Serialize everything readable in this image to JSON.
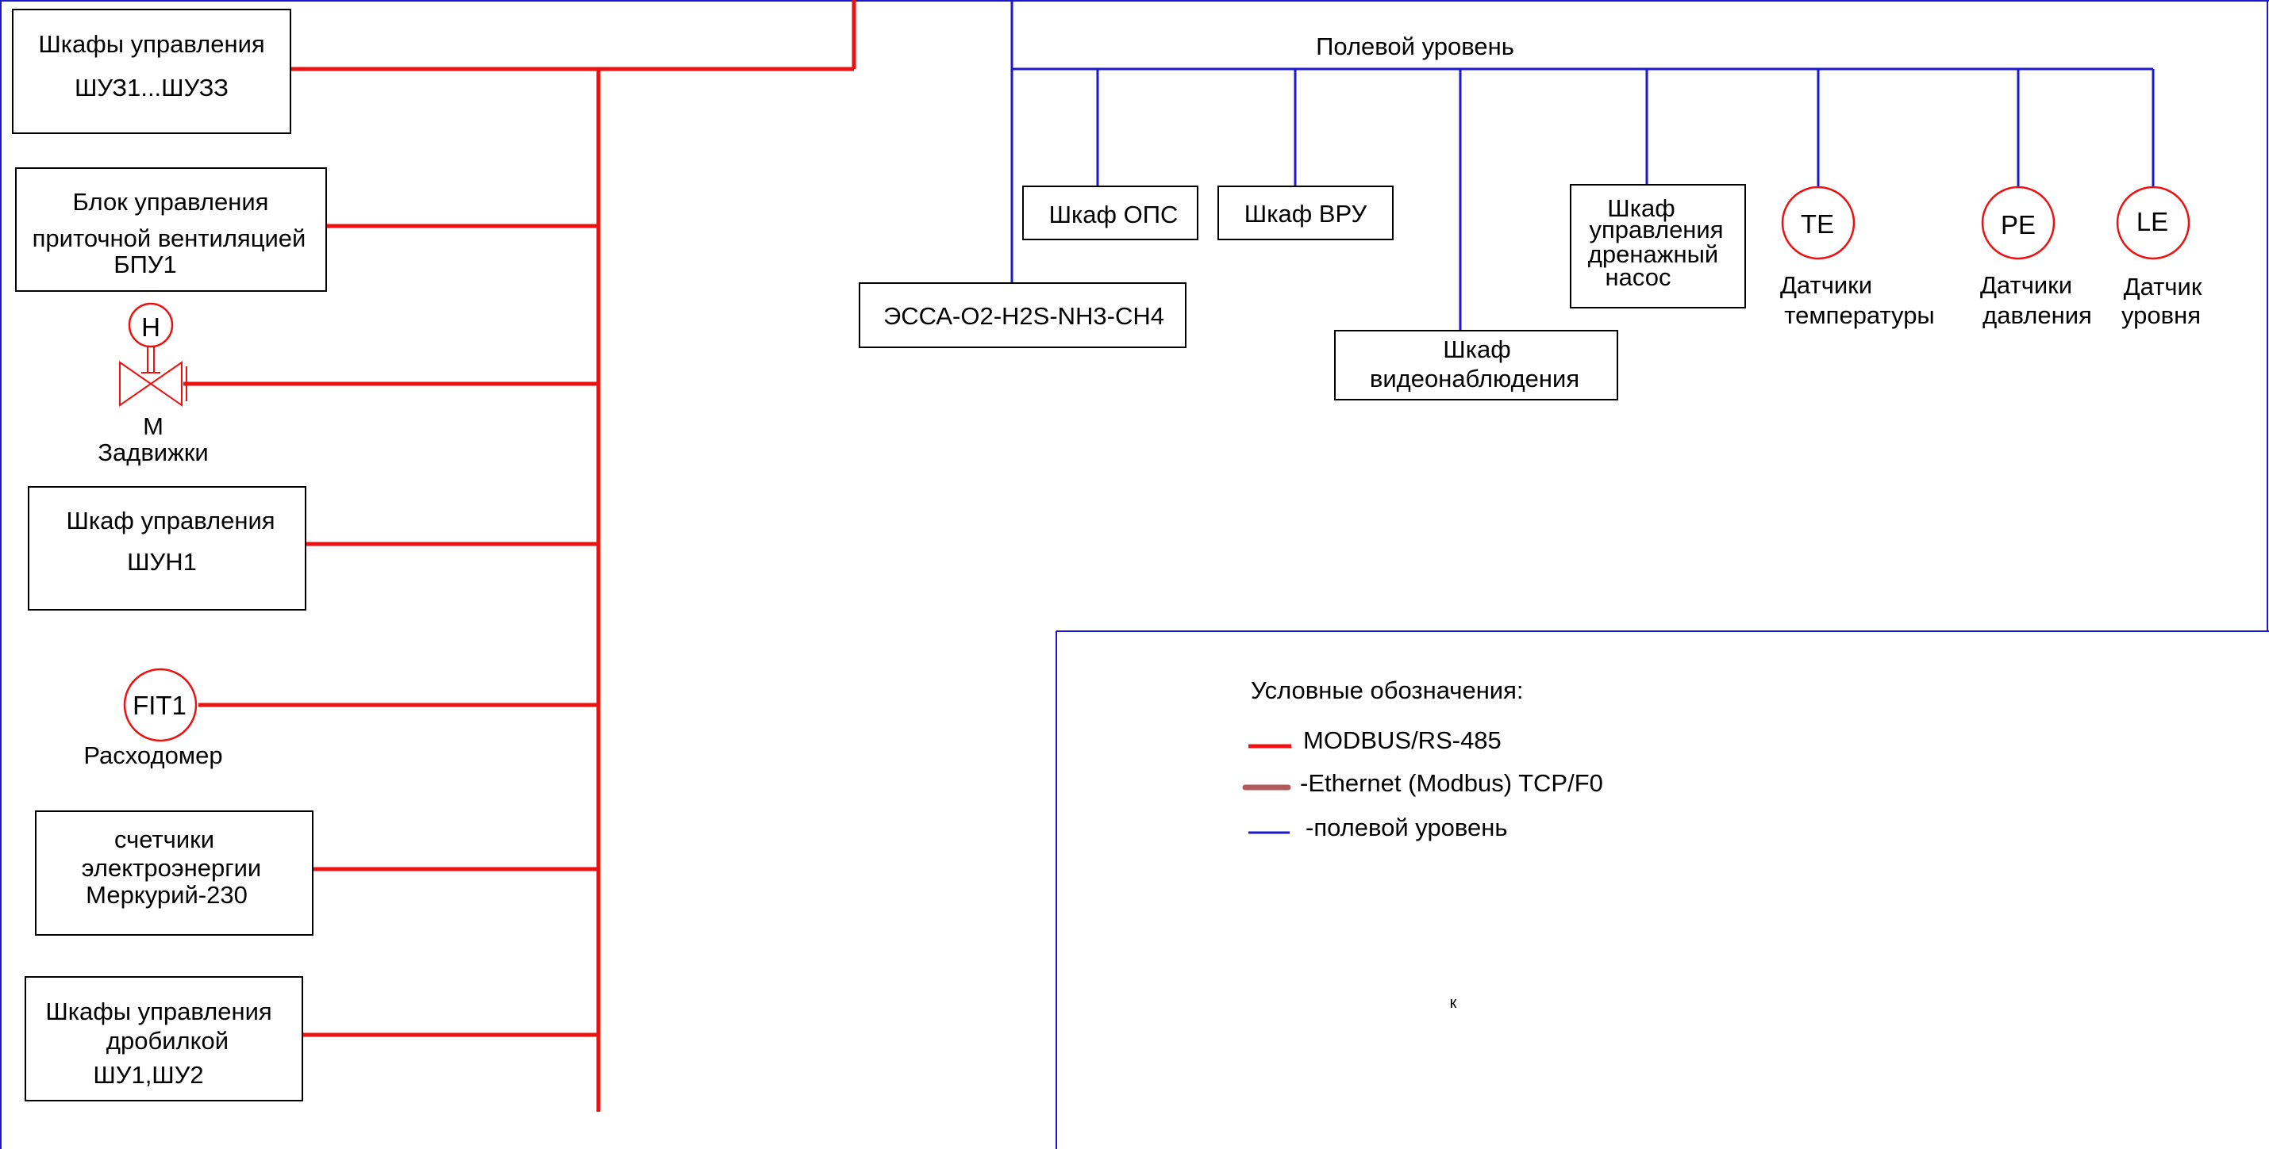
{
  "colors": {
    "modbus": "#ee1111",
    "ethernet": "#b05a5a",
    "field": "#1a1acc",
    "box": "#000000"
  },
  "control_cabinets_shuz": {
    "line1": "Шкафы  управления",
    "line2": "ШУЗ1...ШУЗЗ"
  },
  "supply_vent_unit": {
    "line1": "Блок управления",
    "line2": "приточной вентиляцией",
    "line3": "БПУ1"
  },
  "valves": {
    "tag": "Н",
    "drive": "М",
    "label": "Задвижки"
  },
  "pump_cabinet": {
    "line1": "Шкаф  управления",
    "line2": "ШУН1"
  },
  "flowmeter": {
    "tag": "FIT1",
    "label": "Расходомер"
  },
  "energy_meters": {
    "line1": "счетчики",
    "line2": "электроэнергии",
    "line3": "Меркурий-230"
  },
  "crusher_cabinets": {
    "line1": "Шкафы  управления",
    "line2": "дробилкой",
    "line3": "ШУ1,ШУ2"
  },
  "field_level": {
    "title": "Полевой уровень",
    "gas_analyzer": "ЭССА-О2-Н2S-NH3-CH4",
    "ops_cabinet": "Шкаф ОПС",
    "vru_cabinet": "Шкаф ВРУ",
    "video_cabinet": {
      "line1": "Шкаф",
      "line2": "видеонаблюдения"
    },
    "drain_pump_cabinet": {
      "line1": "Шкаф",
      "line2": "управления",
      "line3": "дренажный",
      "line4": "насос"
    },
    "temp_sensors": {
      "tag": "ТЕ",
      "line1": "Датчики",
      "line2": "температуры"
    },
    "pressure_sensors": {
      "tag": "РЕ",
      "line1": "Датчики",
      "line2": "давления"
    },
    "level_sensor": {
      "tag": "LE",
      "line1": "Датчик",
      "line2": "уровня"
    }
  },
  "legend": {
    "title": "Условные обозначения:",
    "modbus": "MODBUS/RS-485",
    "ethernet": "-Ethernet (Modbus) TCP/F0",
    "field": "-полевой уровень"
  },
  "stray_mark": "к"
}
